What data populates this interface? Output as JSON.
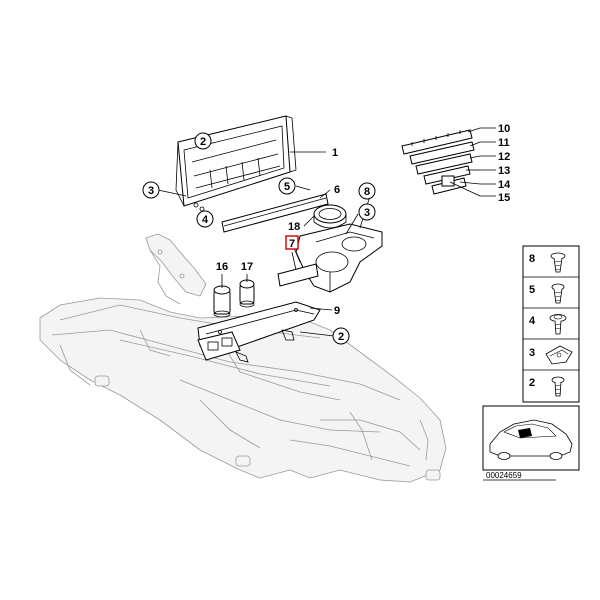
{
  "callouts": {
    "c1": "1",
    "c2a": "2",
    "c2b": "2",
    "c3a": "3",
    "c3b": "3",
    "c4": "4",
    "c5": "5",
    "c6": "6",
    "c7": "7",
    "c8": "8",
    "c9": "9",
    "c16": "16",
    "c17": "17",
    "c18": "18",
    "c10": "10",
    "c11": "11",
    "c12": "12",
    "c13": "13",
    "c14": "14",
    "c15": "15"
  },
  "legend": {
    "items": [
      {
        "number": "8",
        "icon": "screw-icon"
      },
      {
        "number": "5",
        "icon": "screw-icon"
      },
      {
        "number": "4",
        "icon": "washer-screw-icon"
      },
      {
        "number": "3",
        "icon": "clip-nut-icon"
      },
      {
        "number": "2",
        "icon": "screw-icon"
      }
    ]
  },
  "diagram_code": "00024659",
  "colors": {
    "line": "#000000",
    "ghost": "#9a9a9a",
    "highlight": "#cc0000"
  }
}
